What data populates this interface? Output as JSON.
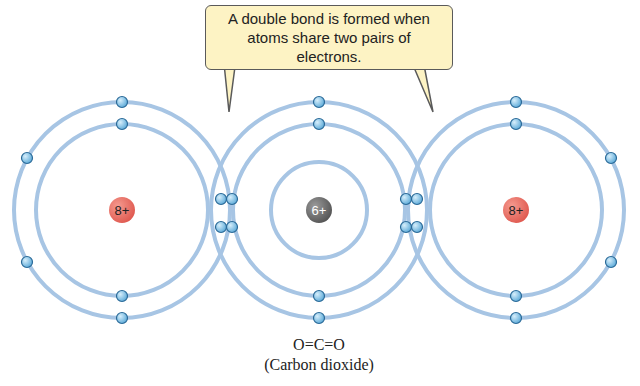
{
  "diagram": {
    "caption": "(Carbon dioxide)",
    "nodes": [
      {
        "text": [
          "A double bond is formed when atoms share two pairs of electrons."
        ]
      },
      {
        "text": [
          "8+"
        ]
      },
      {
        "text": [
          "6+"
        ]
      },
      {
        "text": [
          "8+"
        ]
      }
    ],
    "labels": [
      "O=C=O"
    ]
  }
}
